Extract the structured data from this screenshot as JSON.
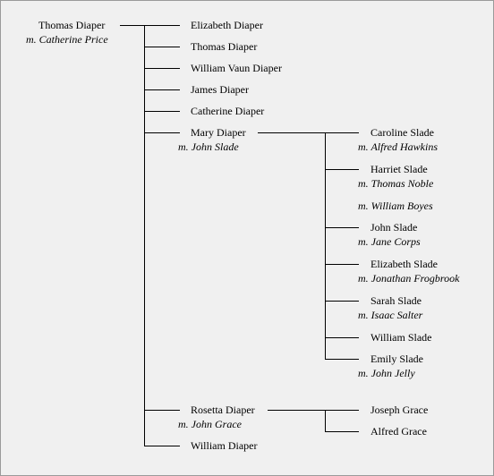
{
  "root": {
    "name": "Thomas Diaper",
    "spouse": "m. Catherine Price"
  },
  "children": [
    {
      "name": "Elizabeth Diaper"
    },
    {
      "name": "Thomas Diaper"
    },
    {
      "name": "William Vaun Diaper"
    },
    {
      "name": "James Diaper"
    },
    {
      "name": "Catherine Diaper"
    },
    {
      "name": "Mary Diaper",
      "spouse": "m. John Slade",
      "children": [
        {
          "name": "Caroline Slade",
          "spouse": "m. Alfred Hawkins"
        },
        {
          "name": "Harriet Slade",
          "spouse": "m. Thomas Noble",
          "spouse2": "m. William Boyes"
        },
        {
          "name": "John Slade",
          "spouse": "m. Jane Corps"
        },
        {
          "name": "Elizabeth Slade",
          "spouse": "m. Jonathan Frogbrook"
        },
        {
          "name": "Sarah Slade",
          "spouse": "m. Isaac Salter"
        },
        {
          "name": "William Slade"
        },
        {
          "name": "Emily Slade",
          "spouse": "m. John Jelly"
        }
      ]
    },
    {
      "name": "Rosetta Diaper",
      "spouse": "m. John Grace",
      "children": [
        {
          "name": "Joseph Grace"
        },
        {
          "name": "Alfred Grace"
        }
      ]
    },
    {
      "name": "William Diaper"
    }
  ]
}
